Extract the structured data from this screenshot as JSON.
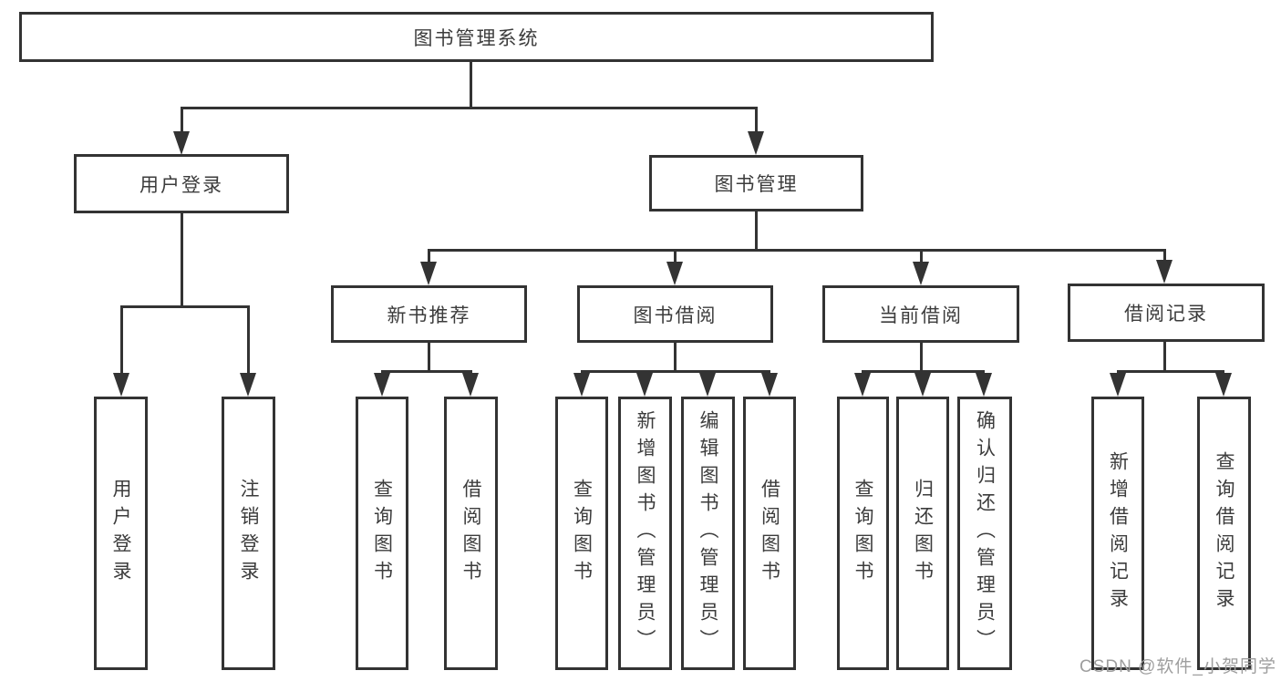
{
  "diagram": {
    "title_node": "图书管理系统",
    "nodes": {
      "user_login": "用户登录",
      "book_mgmt": "图书管理",
      "new_books": "新书推荐",
      "book_borrow": "图书借阅",
      "current_borrow": "当前借阅",
      "borrow_records": "借阅记录"
    },
    "leaves": {
      "user_login": [
        "用户登录",
        "注销登录"
      ],
      "new_books": [
        "查询图书",
        "借阅图书"
      ],
      "book_borrow": [
        "查询图书",
        "新增图书（管理员）",
        "编辑图书（管理员）",
        "借阅图书"
      ],
      "current_borrow": [
        "查询图书",
        "归还图书",
        "确认归还（管理员）"
      ],
      "borrow_records": [
        "新增借阅记录",
        "查询借阅记录"
      ]
    }
  },
  "watermark": "CSDN @软件_小贺同学",
  "colors": {
    "line": "#333333",
    "text": "#3c3c3c",
    "watermark": "#9e9e9e",
    "background": "#ffffff"
  }
}
